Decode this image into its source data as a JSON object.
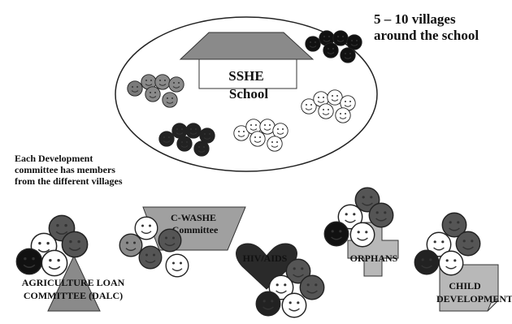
{
  "school": {
    "line1": "SSHE",
    "line2": "School"
  },
  "villages_caption": {
    "line1": "5 – 10 villages",
    "line2": "around the school"
  },
  "members_note": {
    "line1": "Each Development",
    "line2": "committee has members",
    "line3": "from the different villages"
  },
  "committees": {
    "dalc": {
      "line1": "AGRICULTURE LOAN",
      "line2": "COMMITTEE (DALC)"
    },
    "cwashe": {
      "line1": "C-WASHE",
      "line2": "Committee"
    },
    "hiv": {
      "label": "HIV/AIDS"
    },
    "orphans": {
      "label": "ORPHANS"
    },
    "child": {
      "line1": "CHILD",
      "line2": "DEVELOPMENT"
    }
  },
  "colors": {
    "black": "#111111",
    "dark_gray": "#555555",
    "mid_gray": "#8a8a8a",
    "light_gray": "#a8a8a8",
    "white": "#ffffff"
  }
}
